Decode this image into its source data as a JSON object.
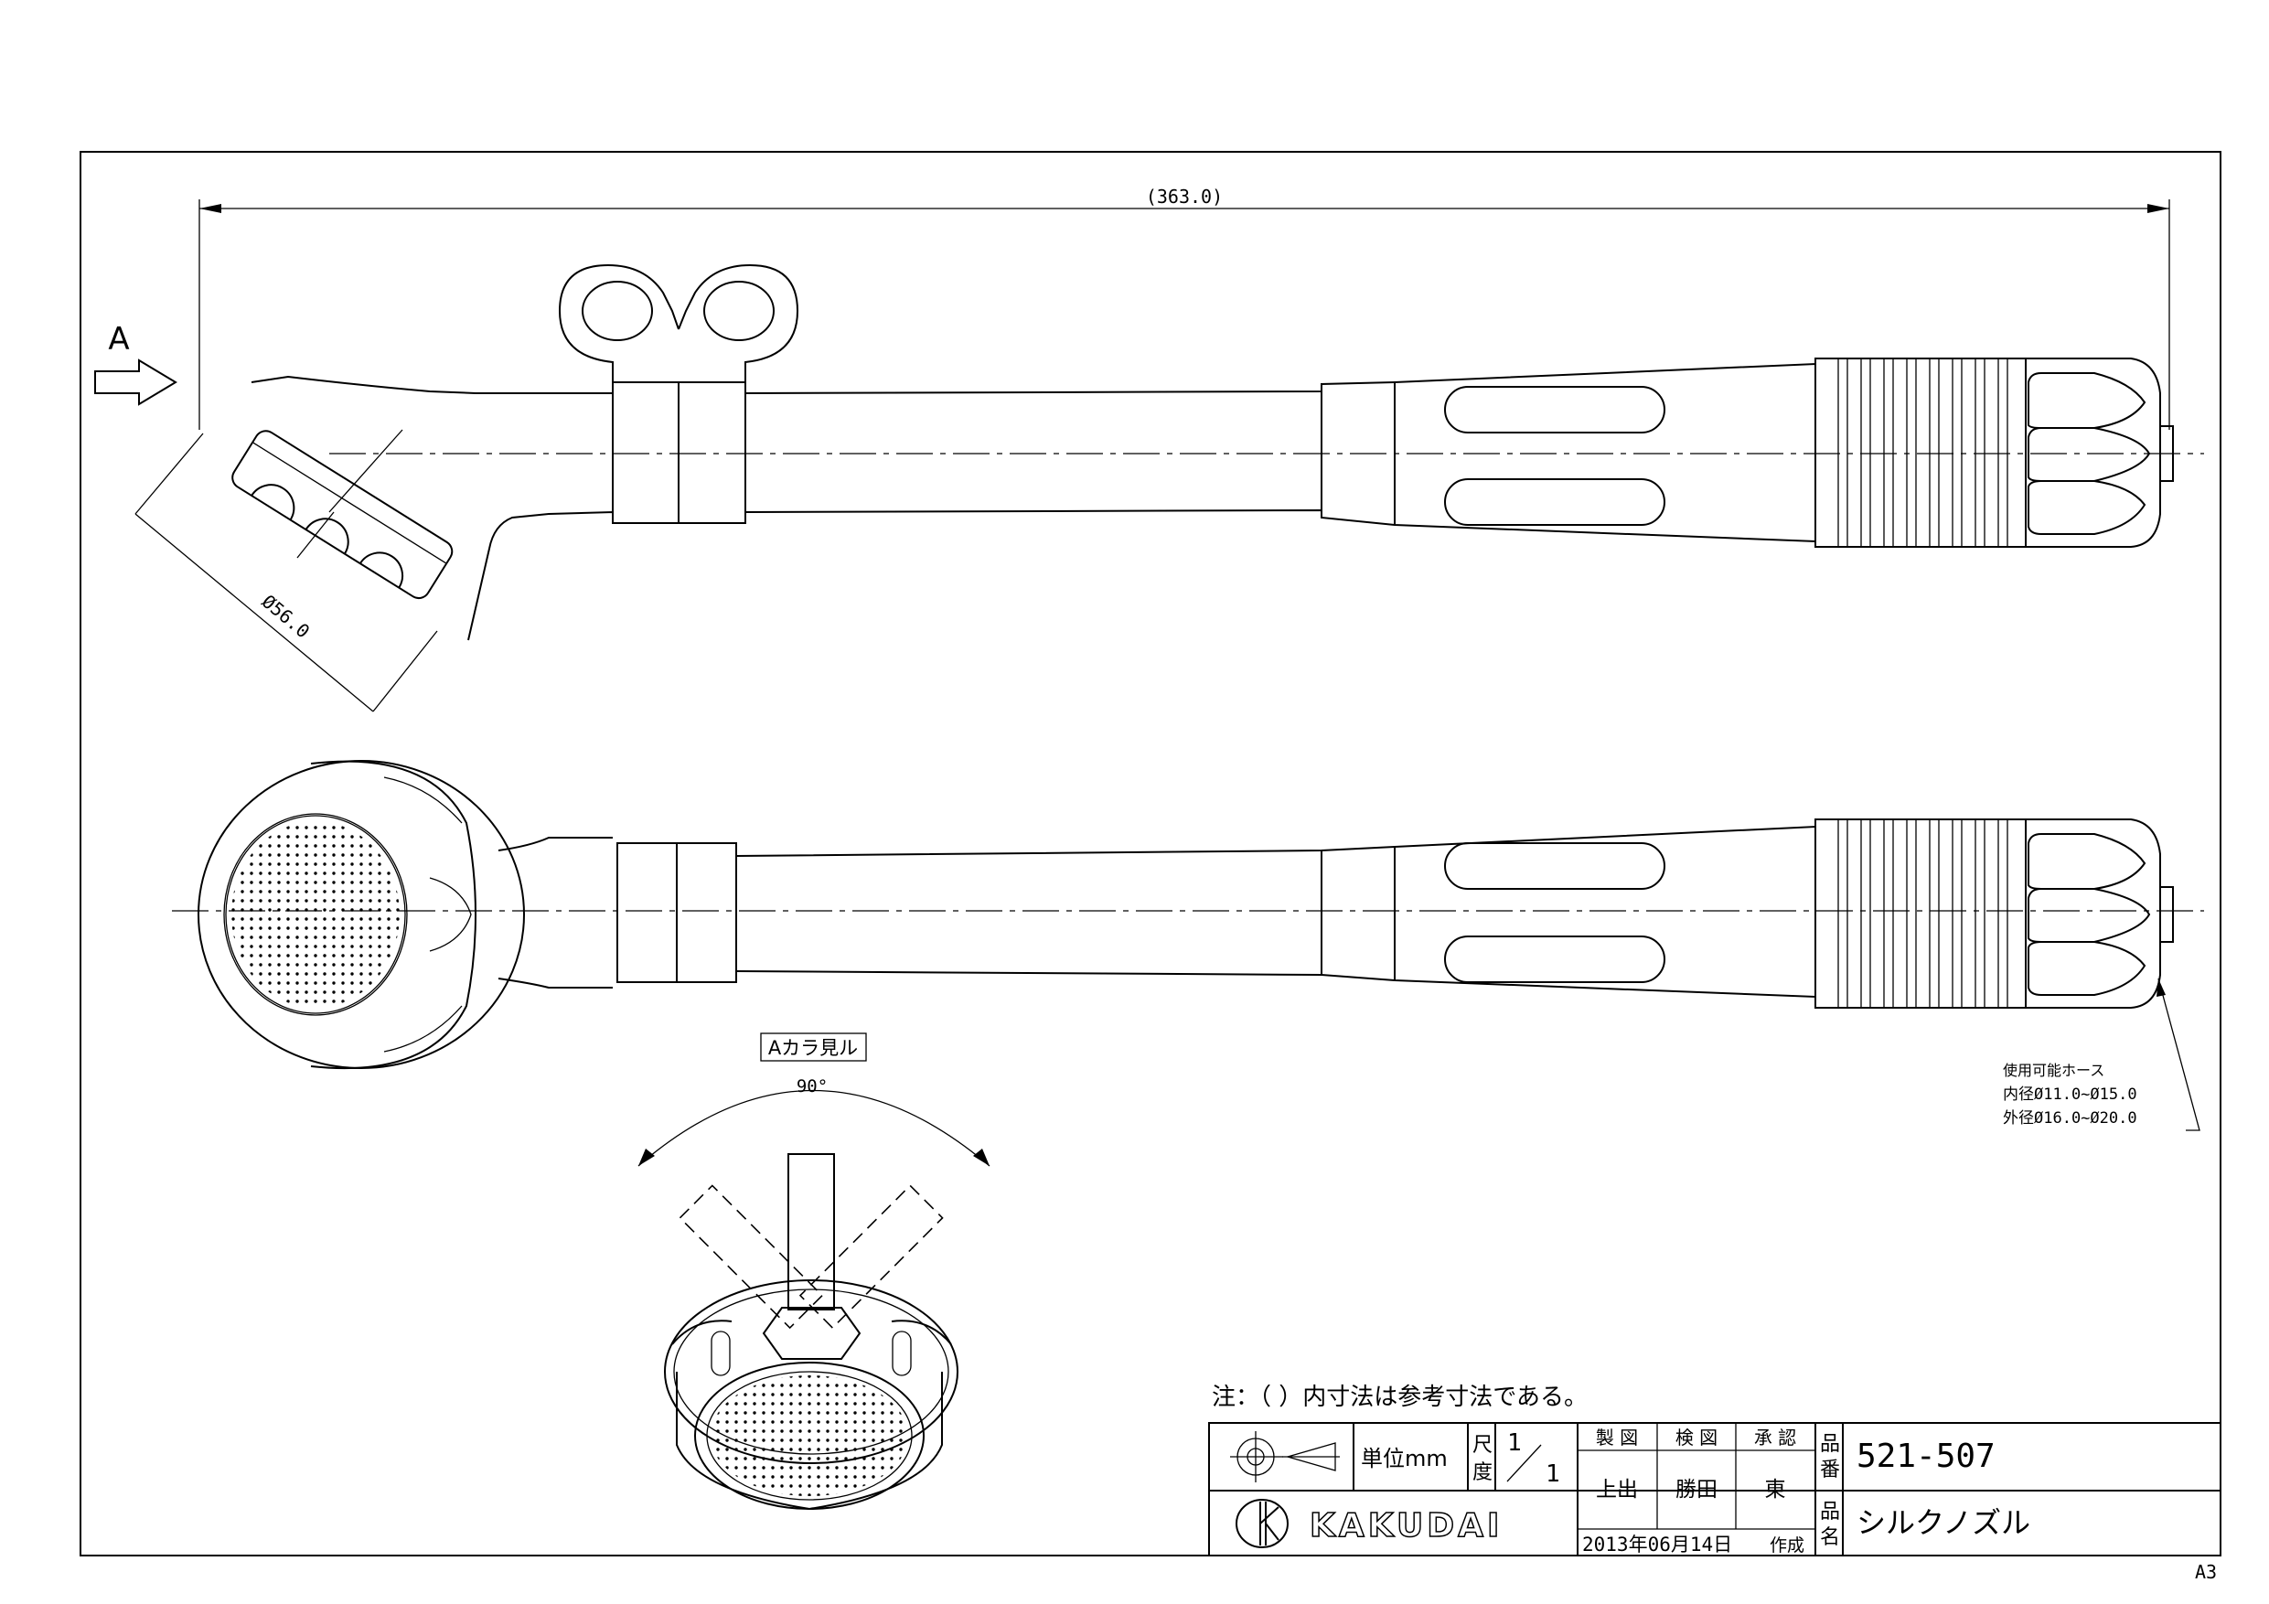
{
  "drawing": {
    "view_label": "A",
    "dim_overall": "(363.0)",
    "dim_diameter": "Ø56.0",
    "view_a_caption": "Aカラ見ル",
    "angle_label": "90°",
    "hose_note": {
      "title": "使用可能ホース",
      "inner": "内径Ø11.0~Ø15.0",
      "outer": "外径Ø16.0~Ø20.0"
    },
    "note": "注：（ ）内寸法は参考寸法である。"
  },
  "title_block": {
    "unit_label": "単位mm",
    "scale_label_1": "尺",
    "scale_label_2": "度",
    "scale_num": "1",
    "scale_den": "1",
    "headers": [
      "製 図",
      "検 図",
      "承 認"
    ],
    "names": [
      "上出",
      "勝田",
      "東"
    ],
    "part_no_label_1": "品",
    "part_no_label_2": "番",
    "part_no": "521-507",
    "part_name_label_1": "品",
    "part_name_label_2": "名",
    "part_name": "シルクノズル",
    "brand": "KAKUDAI",
    "date": "2013年06月14日",
    "date_suffix": "作成",
    "paper_size": "A3"
  }
}
